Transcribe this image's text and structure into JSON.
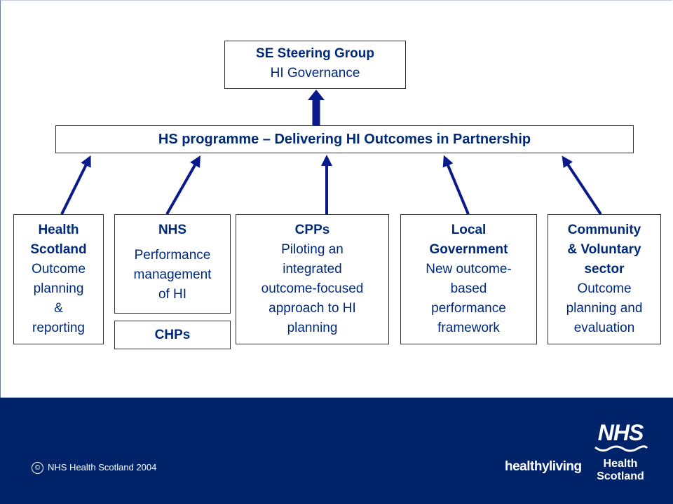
{
  "steering": {
    "title": "SE Steering Group",
    "subtitle": "HI Governance"
  },
  "programme": {
    "label": "HS programme – Delivering HI Outcomes in Partnership"
  },
  "partners": {
    "health_scotland": {
      "title_1": "Health",
      "title_2": "Scotland",
      "desc": [
        "Outcome",
        "planning",
        "&",
        "reporting"
      ]
    },
    "nhs": {
      "title": "NHS",
      "desc": [
        "Performance",
        "management",
        "of HI"
      ]
    },
    "chps": {
      "label": "CHPs"
    },
    "cpps": {
      "title": "CPPs",
      "desc": [
        "Piloting an",
        "integrated",
        "outcome-focused",
        "approach to HI",
        "planning"
      ]
    },
    "local_gov": {
      "title_1": "Local",
      "title_2": "Government",
      "desc": [
        "New outcome-",
        "based",
        "performance",
        "framework"
      ]
    },
    "community": {
      "title_1": "Community",
      "title_2": "& Voluntary",
      "title_3": "sector",
      "desc": [
        "Outcome",
        "planning and",
        "evaluation"
      ]
    }
  },
  "footer": {
    "copyright_symbol": "©",
    "copyright": "NHS Health Scotland 2004",
    "healthyliving": "healthyliving",
    "logo_nhs": "NHS",
    "logo_line1": "Health",
    "logo_line2": "Scotland"
  },
  "colors": {
    "text": "#002a78",
    "arrow": "#0a1a8a",
    "footer": "#002369"
  }
}
